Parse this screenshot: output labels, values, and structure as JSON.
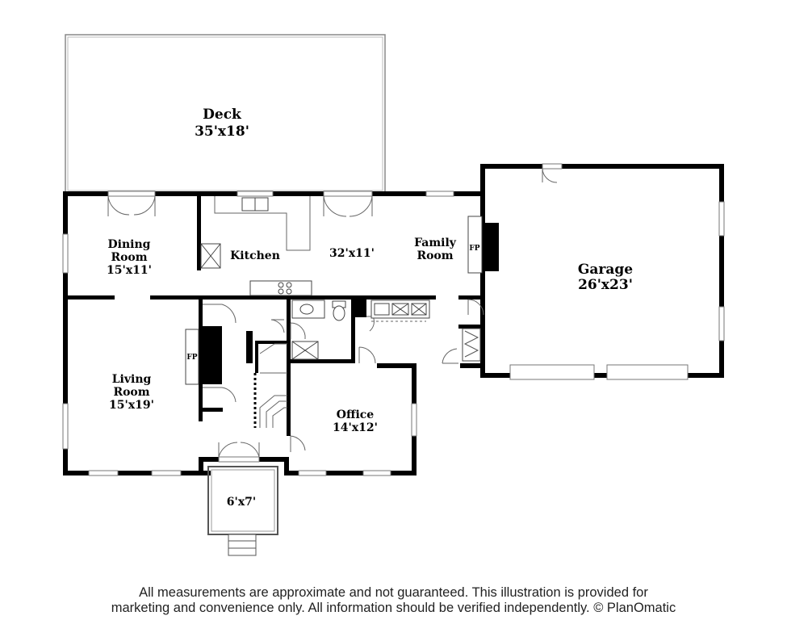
{
  "rooms": {
    "deck": {
      "name": "Deck",
      "dims": "35'x18'"
    },
    "dining": {
      "name_line1": "Dining",
      "name_line2": "Room",
      "dims": "15'x11'"
    },
    "kitchen": {
      "name": "Kitchen"
    },
    "kitchen_family_dims": "32'x11'",
    "family": {
      "name_line1": "Family",
      "name_line2": "Room"
    },
    "garage": {
      "name": "Garage",
      "dims": "26'x23'"
    },
    "living": {
      "name_line1": "Living",
      "name_line2": "Room",
      "dims": "15'x19'"
    },
    "office": {
      "name": "Office",
      "dims": "14'x12'"
    },
    "entry": {
      "dims": "6'x7'"
    }
  },
  "fireplaces": {
    "family": "FP",
    "living": "FP"
  },
  "disclaimer": {
    "line1": "All measurements are approximate and not guaranteed. This illustration is provided for",
    "line2": "marketing and convenience only. All information should be verified independently. © PlanOmatic"
  }
}
